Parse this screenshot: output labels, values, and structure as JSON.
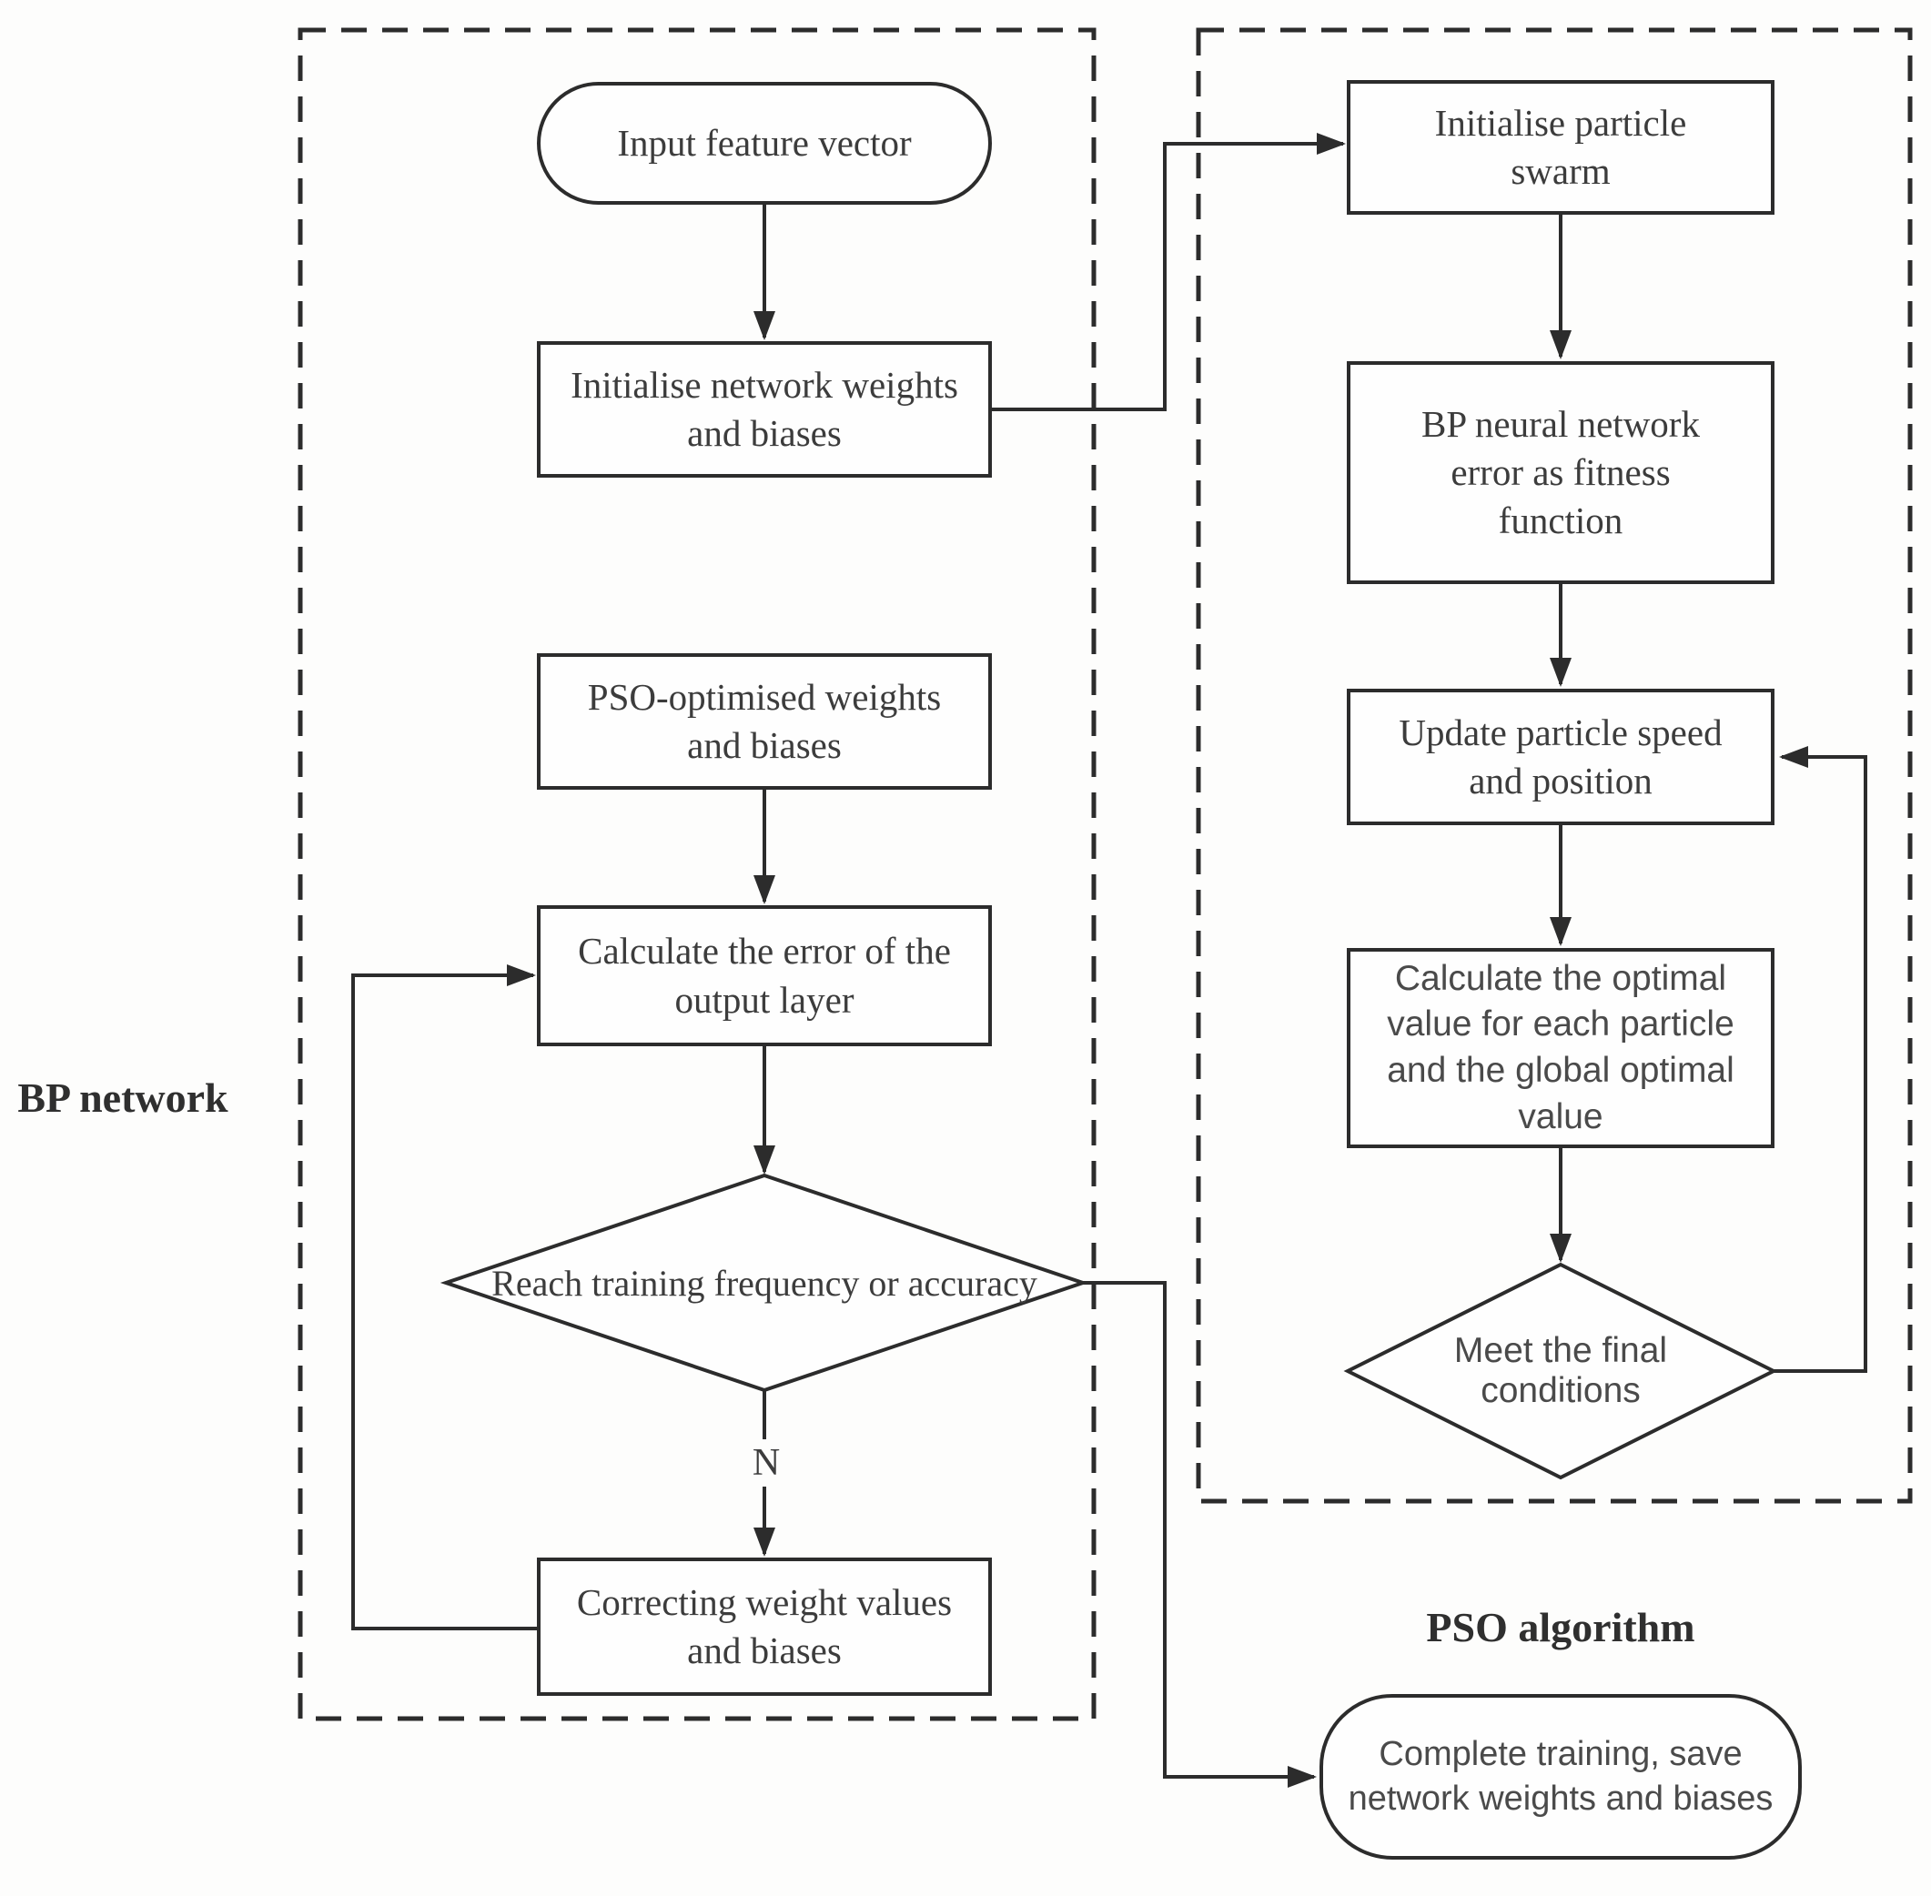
{
  "palette": {
    "background": "#fdfdfc",
    "stroke": "#2c2c2c",
    "text": "#3c3c3c"
  },
  "regions": {
    "bp": {
      "label": "BP network"
    },
    "pso": {
      "label": "PSO algorithm"
    }
  },
  "nodes": {
    "input_feature_vector": "Input feature vector",
    "init_network_weights": "Initialise network weights and biases",
    "pso_optimised_weights": "PSO-optimised weights and biases",
    "calc_output_error": "Calculate the error of the output layer",
    "reach_training_decision": "Reach training frequency or accuracy",
    "correcting_weights": "Correcting weight values and biases",
    "init_particle_swarm": "Initialise particle swarm",
    "bp_error_fitness": "BP neural network error as fitness function",
    "update_particle": "Update particle speed and position",
    "calc_optimal_value": "Calculate the optimal value for each particle and the global optimal value",
    "meet_final_conditions": "Meet the final conditions",
    "complete_training": "Complete training, save network weights and biases"
  },
  "edges": {
    "no_branch_label": "N"
  }
}
